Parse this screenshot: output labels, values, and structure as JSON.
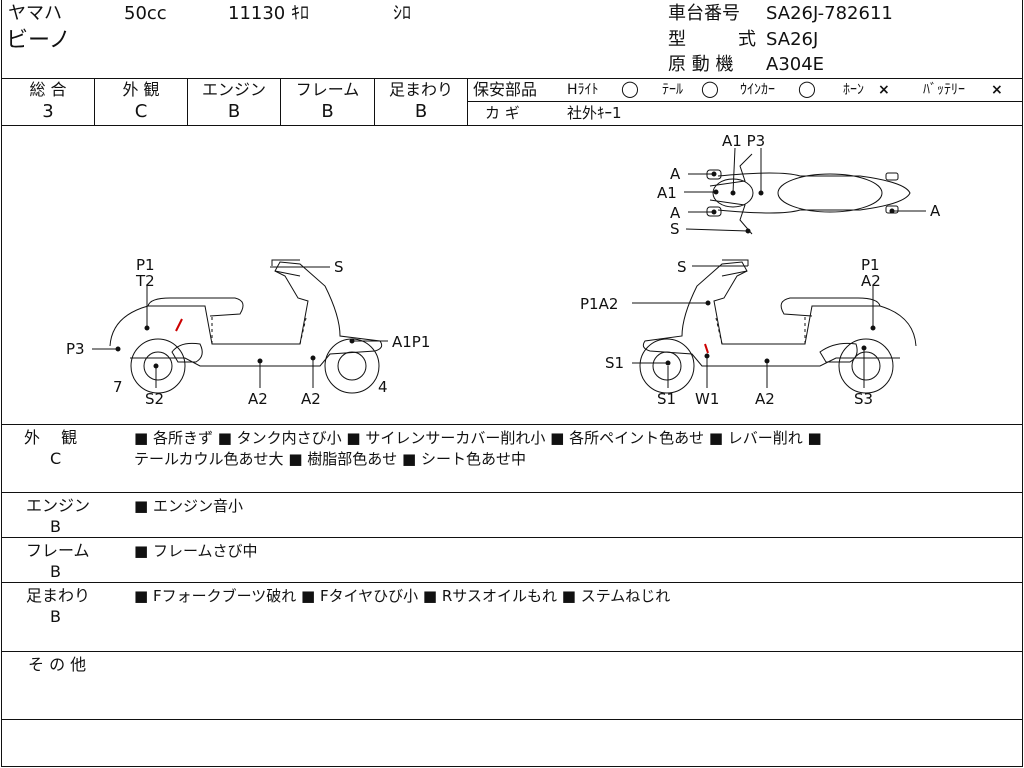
{
  "header": {
    "maker": "ヤマハ",
    "displacement": "50cc",
    "mileage": "11130 ｷﾛ",
    "color": "ｼﾛ",
    "model_name": "ビーノ",
    "frame_label": "車台番号",
    "frame_number": "SA26J-782611",
    "type_label_1": "型",
    "type_label_2": "式",
    "type_value": "SA26J",
    "engine_label": "原 動 機",
    "engine_value": "A304E"
  },
  "grades": {
    "overall_label": "総 合",
    "overall_value": "3",
    "exterior_label": "外 観",
    "exterior_value": "C",
    "engine_label": "エンジン",
    "engine_value": "B",
    "frame_label": "フレーム",
    "frame_value": "B",
    "suspension_label": "足まわり",
    "suspension_value": "B"
  },
  "safety": {
    "label": "保安部品",
    "headlight": "Hﾗｲﾄ",
    "headlight_status": "◯",
    "tail": "ﾃｰﾙ",
    "tail_status": "◯",
    "winker": "ｳｲﾝｶｰ",
    "winker_status": "◯",
    "horn": "ﾎｰﾝ",
    "horn_status": "×",
    "battery": "ﾊﾞｯﾃﾘｰ",
    "battery_status": "×",
    "key_label": "カ ギ",
    "key_value": "社外ｷｰ1"
  },
  "diagram": {
    "top": {
      "A1P3": "A1 P3",
      "A_1": "A",
      "A1": "A1",
      "A_2": "A",
      "S": "S",
      "A_3": "A"
    },
    "left": {
      "P1": "P1",
      "T2": "T2",
      "S": "S",
      "P3": "P3",
      "A1P1": "A1P1",
      "n7": "7",
      "S2": "S2",
      "A2a": "A2",
      "A2b": "A2",
      "n4": "4"
    },
    "right": {
      "S": "S",
      "P1": "P1",
      "A2top": "A2",
      "P1A2": "P1A2",
      "S1a": "S1",
      "S1b": "S1",
      "W1": "W1",
      "A2": "A2",
      "S3": "S3"
    }
  },
  "remarks": {
    "exterior_label": "外　 観",
    "exterior_grade": "C",
    "exterior_line1": "■ 各所きず ■ タンク内さび小 ■ サイレンサーカバー削れ小 ■ 各所ペイント色あせ ■ レバー削れ ■",
    "exterior_line2": "テールカウル色あせ大 ■ 樹脂部色あせ ■ シート色あせ中",
    "engine_label": "エンジン",
    "engine_grade": "B",
    "engine_text": "■ エンジン音小",
    "frame_label": "フレーム",
    "frame_grade": "B",
    "frame_text": "■ フレームさび中",
    "suspension_label": "足まわり",
    "suspension_grade": "B",
    "suspension_text": "■ Fフォークブーツ破れ ■ Fタイヤひび小 ■ Rサスオイルもれ ■ ステムねじれ",
    "other_label": "そ の 他"
  }
}
